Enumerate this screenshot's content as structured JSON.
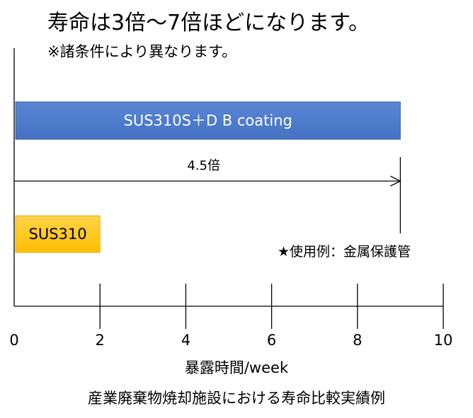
{
  "headline": "寿命は3倍～7倍ほどになります。",
  "subnote": "※諸条件により異なります。",
  "usage_note": "★使用例：金属保護管",
  "caption": "産業廃棄物焼却施設における寿命比較実績例",
  "colors": {
    "coated_bar": "#4472C4",
    "coated_bar_top": "#5a86d3",
    "base_bar": "#FFC000",
    "base_bar_top": "#ffd24a",
    "axis": "#000000"
  },
  "chart_data": {
    "type": "bar",
    "orientation": "horizontal",
    "title": "",
    "xlabel": "暴露時間/week",
    "ylabel": "",
    "xlim": [
      0,
      10
    ],
    "x_ticks": [
      0,
      2,
      4,
      6,
      8,
      10
    ],
    "grid": false,
    "bars": [
      {
        "label": "SUS310S＋D B coating",
        "value": 9
      },
      {
        "label": "SUS310",
        "value": 2
      }
    ],
    "annotations": [
      {
        "text": "4.5倍",
        "type": "arrow",
        "from": 0,
        "to": 9
      }
    ]
  }
}
